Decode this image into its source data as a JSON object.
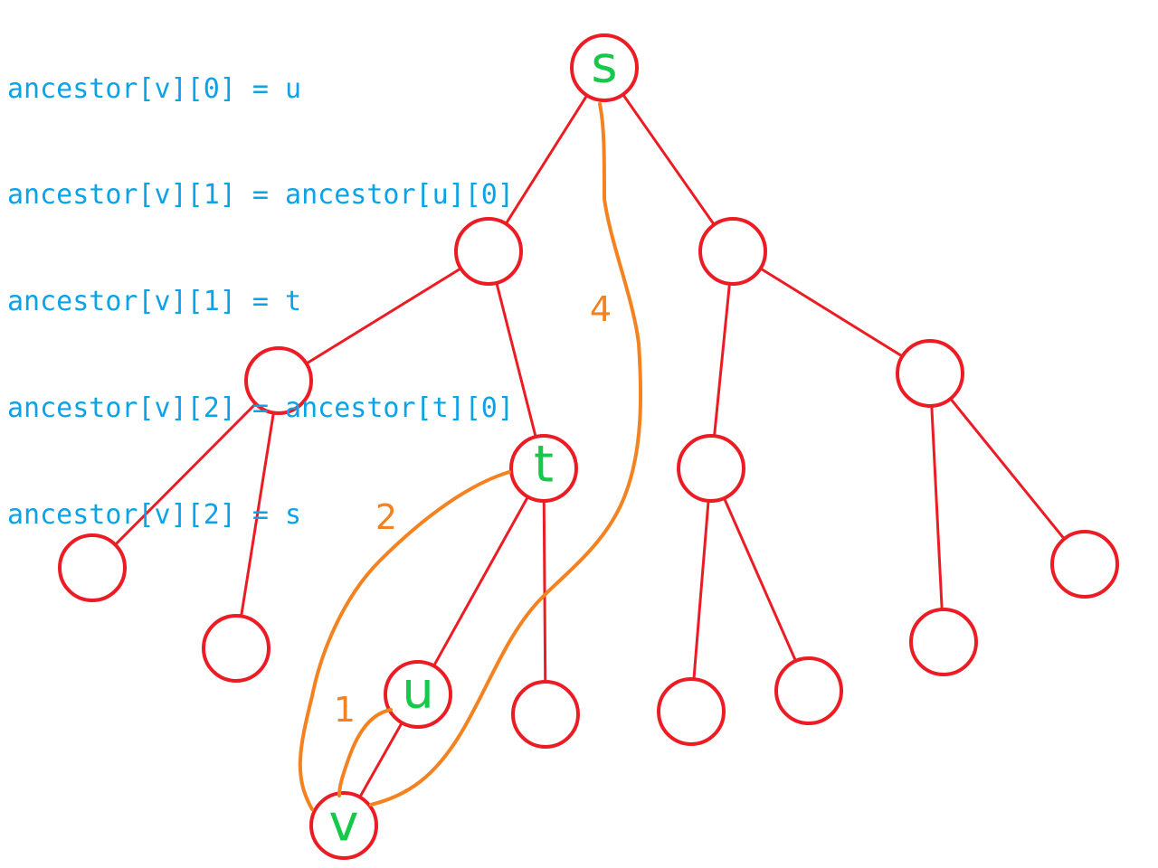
{
  "code_lines": [
    "ancestor[v][0] = u",
    "ancestor[v][1] = ancestor[u][0]",
    "ancestor[v][1] = t",
    "ancestor[v][2] = ancestor[t][0]",
    "ancestor[v][2] = s"
  ],
  "nodes": {
    "s": "s",
    "t": "t",
    "u": "u",
    "v": "v"
  },
  "jump_labels": {
    "one": "1",
    "two": "2",
    "four": "4"
  },
  "colors": {
    "text": "#0aa3e8",
    "edge": "#ec1c24",
    "node_label": "#17c94a",
    "jump": "#f58220"
  }
}
